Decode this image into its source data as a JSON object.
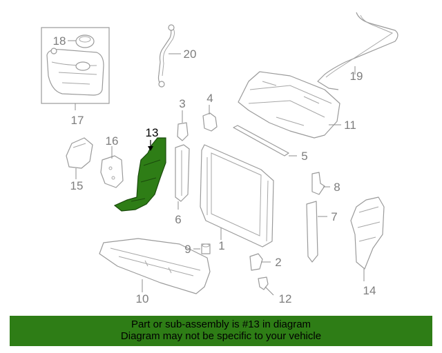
{
  "callouts": {
    "c1": "1",
    "c2": "2",
    "c3": "3",
    "c4": "4",
    "c5": "5",
    "c6": "6",
    "c7": "7",
    "c8": "8",
    "c9": "9",
    "c10": "10",
    "c11": "11",
    "c12": "12",
    "c13": "13",
    "c14": "14",
    "c15": "15",
    "c16": "16",
    "c17": "17",
    "c18": "18",
    "c19": "19",
    "c20": "20"
  },
  "highlight": {
    "part_number": "13",
    "color": "#2e7d16"
  },
  "banner": {
    "line1": "Part or sub-assembly is #13 in diagram",
    "line2": "Diagram may not be specific to your vehicle",
    "background": "#2e7d16"
  }
}
